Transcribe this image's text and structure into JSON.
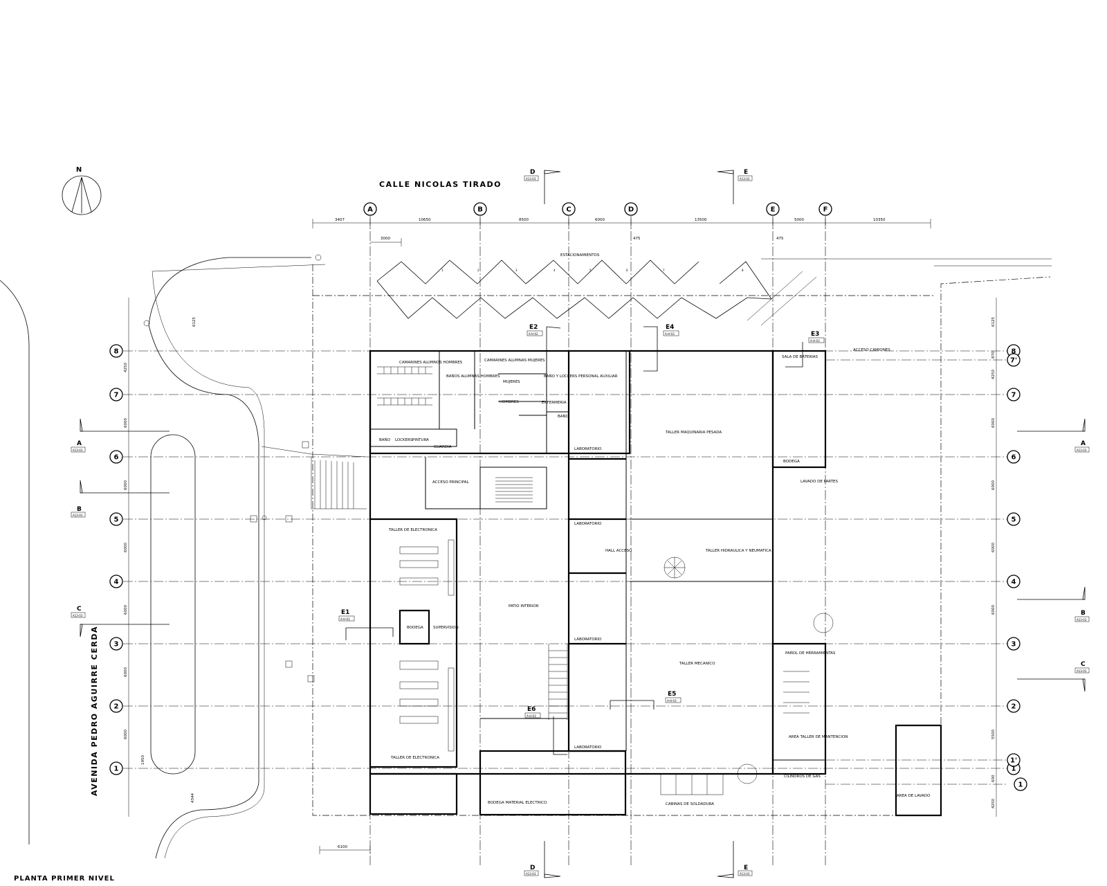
{
  "drawing": {
    "title": "PLANTA PRIMER NIVEL",
    "street_north": "CALLE NICOLAS TIRADO",
    "street_west": "AVENIDA PEDRO AGUIRRE CERDA",
    "north_label": "N",
    "parking_label": "ESTACIONAMIENTOS"
  },
  "grid_columns": [
    {
      "id": "A"
    },
    {
      "id": "B"
    },
    {
      "id": "C"
    },
    {
      "id": "D"
    },
    {
      "id": "E"
    },
    {
      "id": "F"
    }
  ],
  "grid_rows": [
    {
      "id": "8"
    },
    {
      "id": "7"
    },
    {
      "id": "6"
    },
    {
      "id": "5"
    },
    {
      "id": "4"
    },
    {
      "id": "3"
    },
    {
      "id": "2"
    },
    {
      "id": "1"
    }
  ],
  "grid_rows_right_extra": [
    {
      "id": "7'"
    },
    {
      "id": "1'"
    },
    {
      "id": "1"
    }
  ],
  "dimensions": {
    "top": [
      "3407",
      "10650",
      "8500",
      "6000",
      "13500",
      "5000",
      "10350"
    ],
    "top_extra": [
      "3000",
      "475",
      "475"
    ],
    "left": [
      "6125",
      "4250",
      "6000",
      "6000",
      "6000",
      "6000",
      "6000",
      "6000",
      "1950",
      "4344"
    ],
    "right": [
      "6125",
      "870",
      "4250",
      "6000",
      "6000",
      "6000",
      "6000",
      "5500",
      "600",
      "4250"
    ],
    "bottom": [
      "6100"
    ]
  },
  "section_markers": [
    {
      "letter": "A",
      "ref": "A13-03"
    },
    {
      "letter": "B",
      "ref": "A13-03"
    },
    {
      "letter": "C",
      "ref": "A13-03"
    },
    {
      "letter": "D",
      "ref": "A13-03"
    },
    {
      "letter": "E",
      "ref": "A13-03"
    }
  ],
  "elevation_markers": [
    {
      "id": "E1",
      "ref": "A-H-03"
    },
    {
      "id": "E2",
      "ref": "A-H-02"
    },
    {
      "id": "E3",
      "ref": "A-H-03"
    },
    {
      "id": "E4",
      "ref": "A-H-03"
    },
    {
      "id": "E5",
      "ref": "A-H-03"
    },
    {
      "id": "E6",
      "ref": "A-H-03"
    }
  ],
  "parking_numbers": [
    "1",
    "2",
    "3",
    "4",
    "5",
    "6",
    "7",
    "8"
  ],
  "rooms": {
    "camarines": "CAMARINES ALUMNOS HOMBRES",
    "banos_h": "BAÑOS ALUMNAS HOMBRES",
    "camarines_m": "CAMARINES ALUMNAS MUJERES",
    "mujeres": "MUJERES",
    "hombres": "HOMBRES",
    "bano_lockers": "BAÑO Y LOCKERS PERSONAL AUXILIAR",
    "enfermeria": "ENFERMERIA",
    "bano_small": "BAÑO",
    "bano_m": "BAÑO",
    "lockers": "LOCKERS",
    "pintura": "PINTURA",
    "guardia": "GUARDIA",
    "acceso": "ACCESO PRINCIPAL",
    "laboratorio_1": "LABORATORIO",
    "laboratorio_2": "LABORATORIO",
    "laboratorio_3": "LABORATORIO",
    "laboratorio_4": "LABORATORIO",
    "taller_maquinaria": "TALLER MAQUINARIA PESADA",
    "sala_baterias": "SALA DE BATERIAS",
    "acceso_camiones": "ACCESO CAMIONES",
    "bodega_right": "BODEGA",
    "lavado_partes": "LAVADO DE PARTES",
    "taller_electronica_top": "TALLER DE ELECTRONICA",
    "taller_electronica_bottom": "TALLER DE ELECTRONICA",
    "bodega_center": "BODEGA",
    "supervision": "SUPERVISION",
    "patio": "PATIO INTERIOR",
    "hall": "HALL ACCESO",
    "taller_hidraulica": "TALLER HIDRAULICA Y NEUMATICA",
    "panol": "PAÑOL DE HERRAMIENTAS",
    "taller_mecanico": "TALLER MECANICO",
    "area_taller": "AREA TALLER DE MANTENCION",
    "bodega_material": "BODEGA MATERIAL ELECTRICO",
    "cabinas": "CABINAS DE SOLDADURA",
    "cilindros": "CILINDROS DE GAS",
    "area_lavado": "AREA DE LAVADO"
  }
}
